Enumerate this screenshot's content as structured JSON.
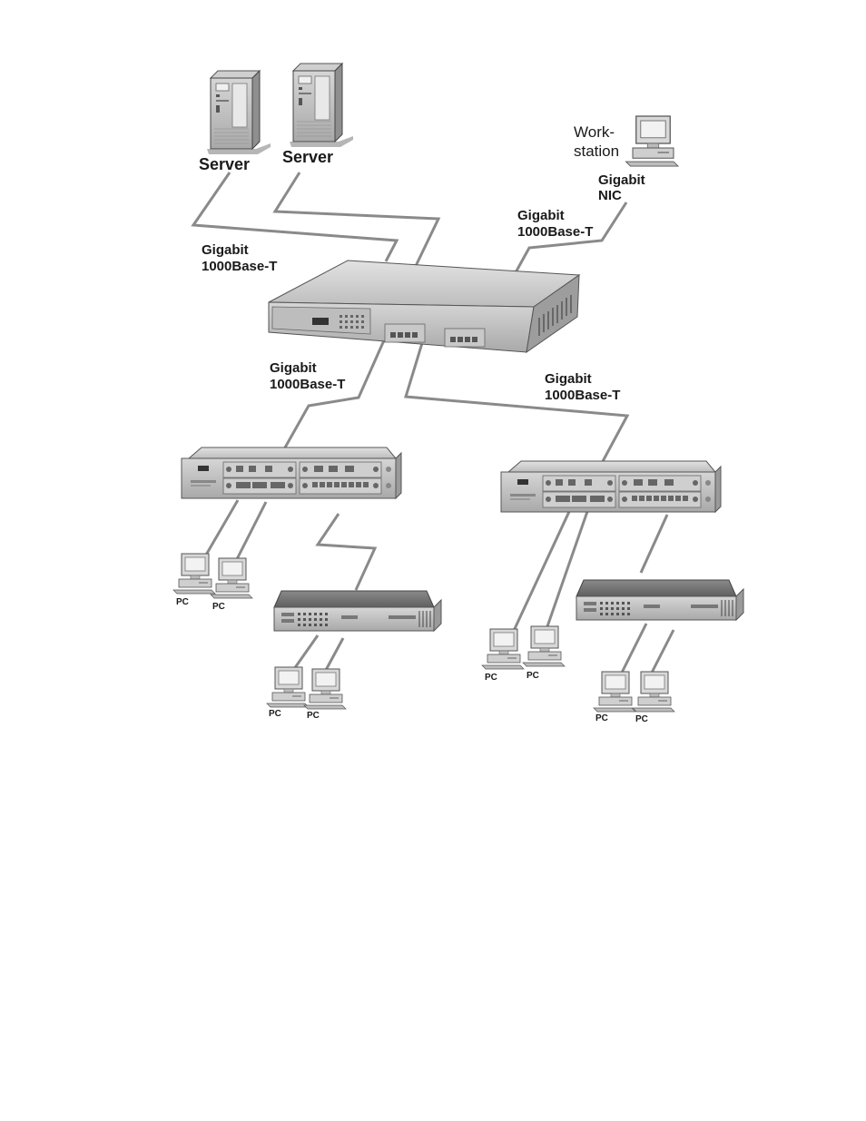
{
  "labels": {
    "server_left": "Server",
    "server_right": "Server",
    "workstation_line1": "Work-",
    "workstation_line2": "station",
    "nic_line1": "Gigabit",
    "nic_line2": "NIC",
    "link_top_left": [
      "Gigabit",
      "1000Base-T"
    ],
    "link_top_right": [
      "Gigabit",
      "1000Base-T"
    ],
    "link_mid_left": [
      "Gigabit",
      "1000Base-T"
    ],
    "link_mid_right": [
      "Gigabit",
      "1000Base-T"
    ],
    "pc": "PC"
  },
  "colors": {
    "cable": "#8a8a8a",
    "device_light": "#d9d9d9",
    "device_mid": "#b8b8b8",
    "device_dark": "#7a7a7a",
    "text": "#1a1a1a"
  }
}
